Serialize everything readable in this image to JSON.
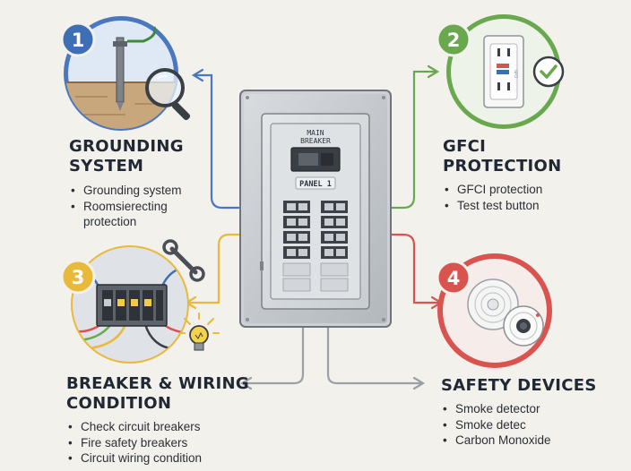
{
  "panel": {
    "main_breaker_line1": "MAIN",
    "main_breaker_line2": "BREAKER",
    "panel_label": "PANEL 1"
  },
  "sections": [
    {
      "number": "1",
      "title_line1": "GROUNDING",
      "title_line2": "SYSTEM",
      "items": [
        "Grounding system",
        "Roomsierecting",
        "protection"
      ],
      "color": "#3e6fb5"
    },
    {
      "number": "2",
      "title_line1": "GFCI",
      "title_line2": "PROTECTION",
      "items": [
        "GFCI protection",
        "Test test button"
      ],
      "color": "#6aa84f"
    },
    {
      "number": "3",
      "title_line1": "BREAKER & WIRING",
      "title_line2": "CONDITION",
      "items": [
        "Check circuit breakers",
        "Fire safety breakers",
        "Circuit wiring condition"
      ],
      "color": "#e8b93a"
    },
    {
      "number": "4",
      "title_line1": "SAFETY DEVICES",
      "title_line2": "",
      "items": [
        "Smoke detector",
        "Smoke detec",
        "Carbon Monoxide"
      ],
      "color": "#d9534f"
    }
  ],
  "icons": {
    "magnifier": "magnifier-icon",
    "checkmark": "checkmark-icon",
    "wrench": "wrench-icon",
    "lightbulb": "lightbulb-icon",
    "outlet_label": "GFCI"
  }
}
